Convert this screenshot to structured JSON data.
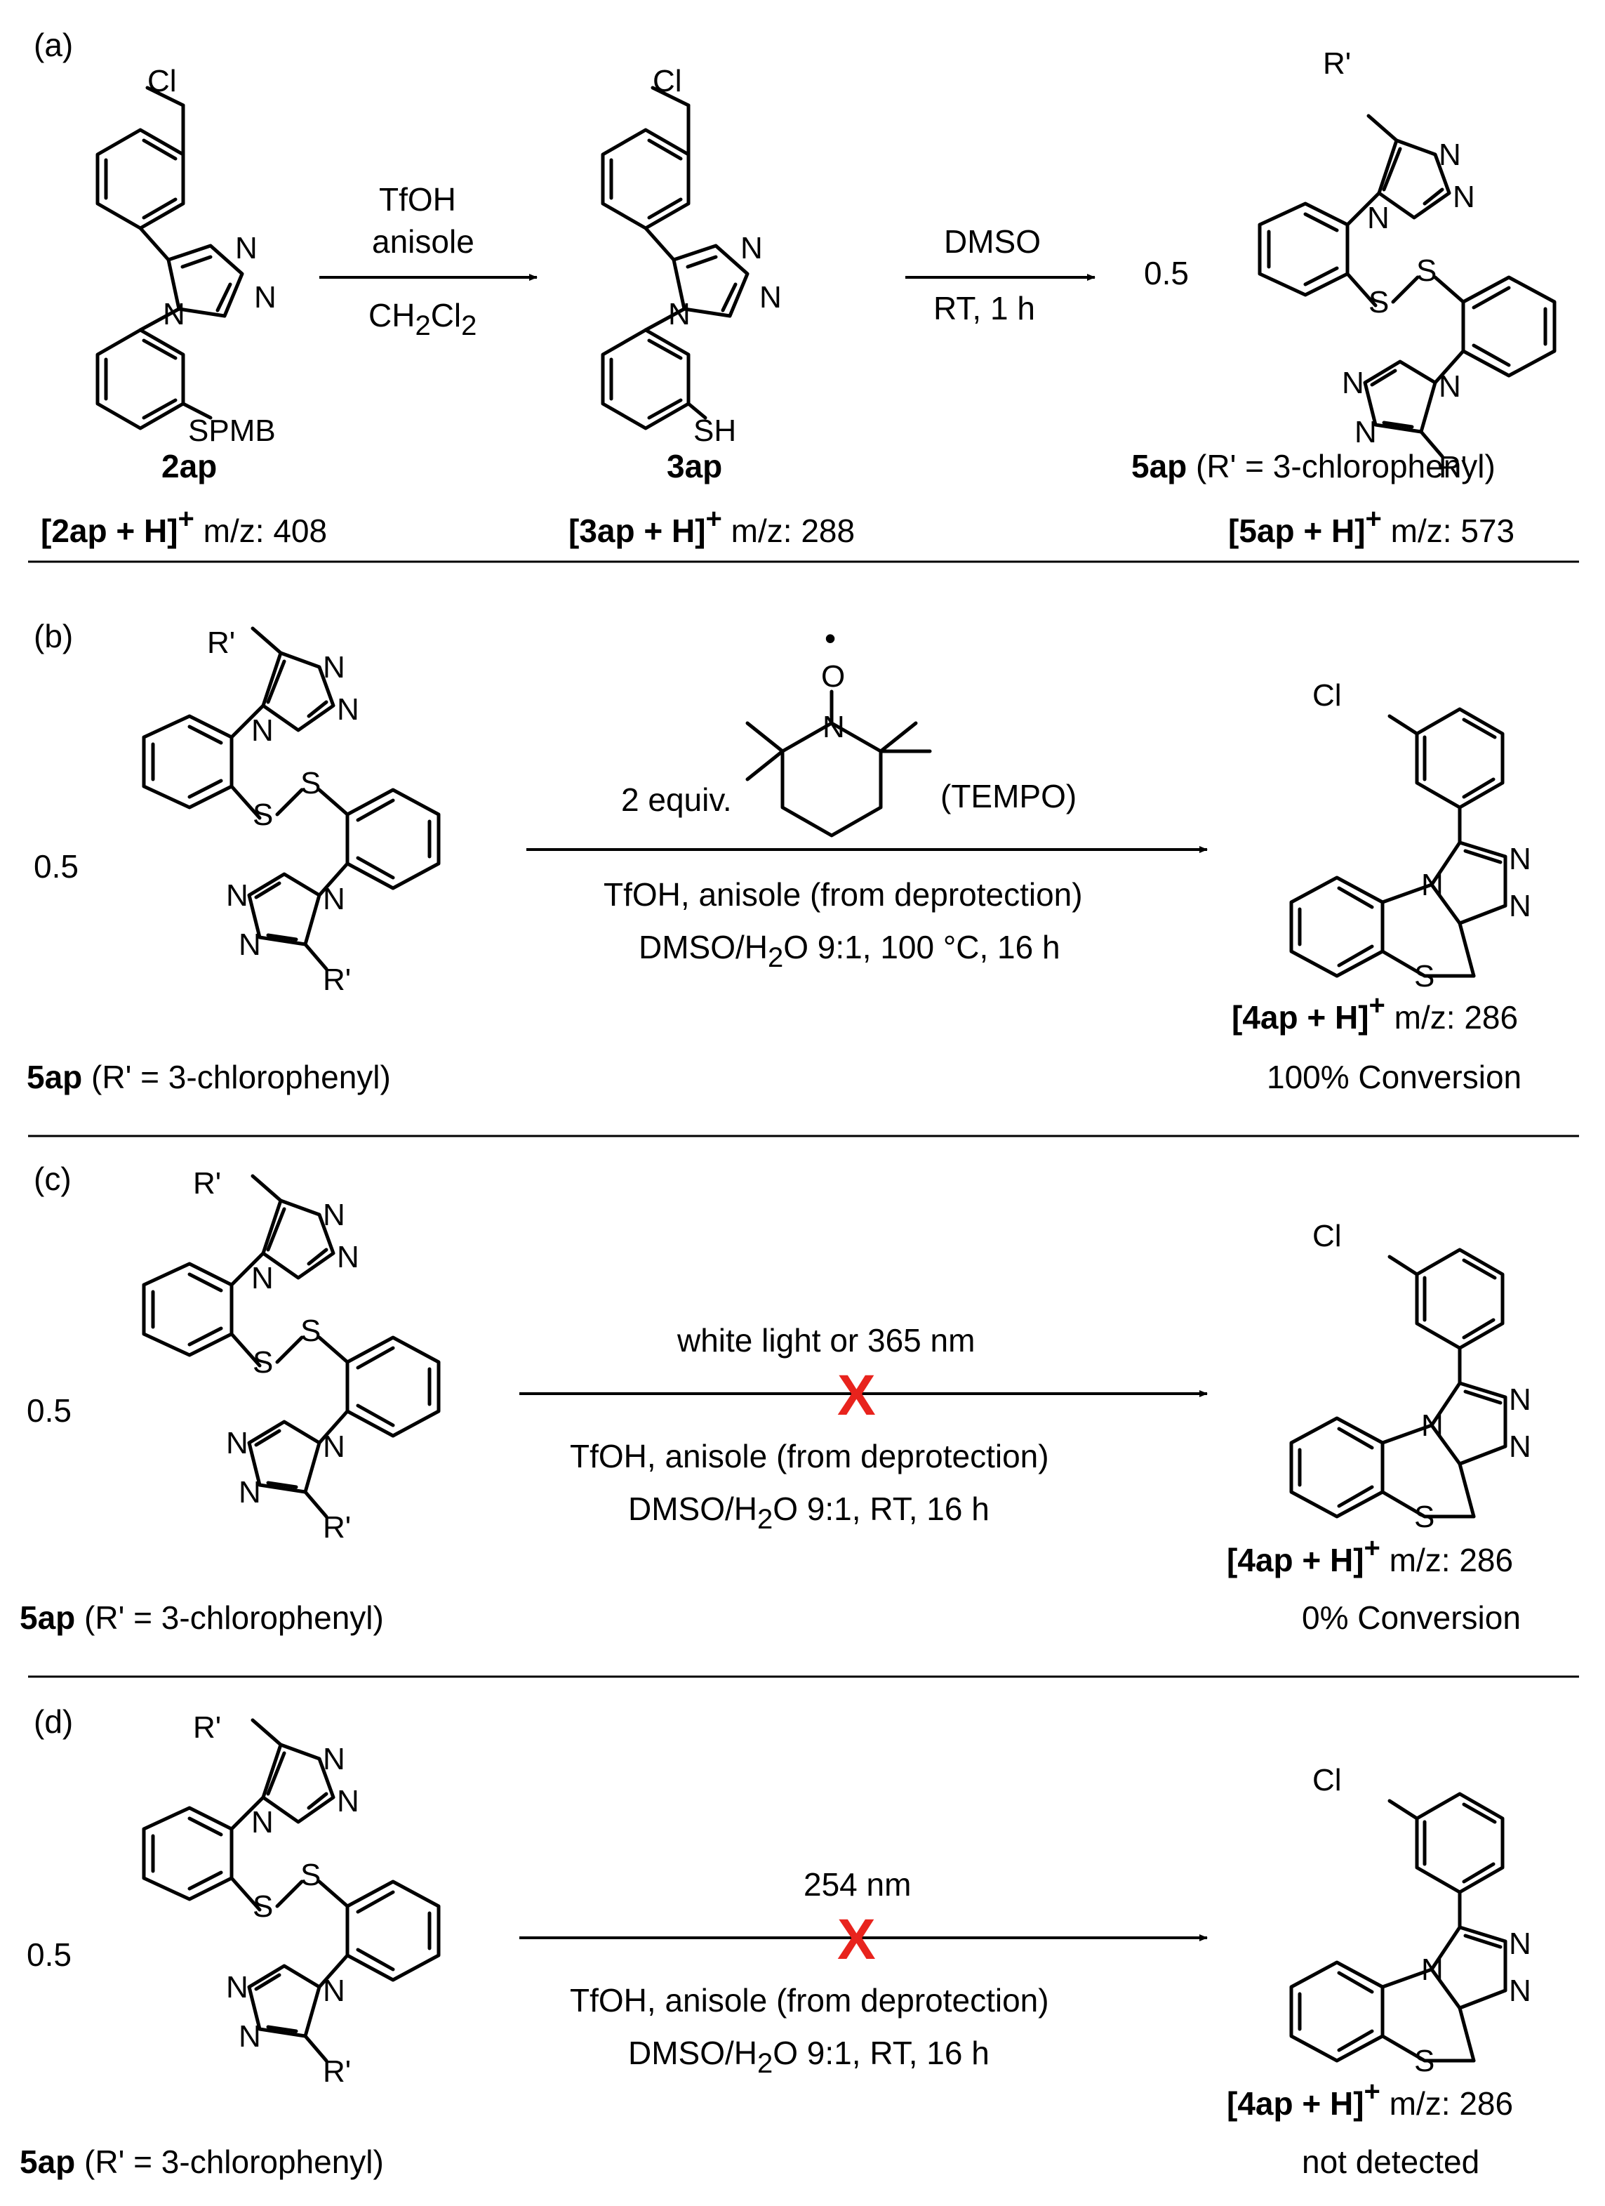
{
  "panels": {
    "a": {
      "tag": "(a)",
      "step1": {
        "line1": "TfOH",
        "line2": "anisole",
        "line3_main": "CH",
        "line3_sub1": "2",
        "line3_mid": "Cl",
        "line3_sub2": "2"
      },
      "step2": {
        "line1": "DMSO",
        "line2": "RT,  1 h"
      },
      "coef": "0.5",
      "c1": {
        "name": "2ap",
        "sub_label": "SPMB",
        "ms_bold": "[2ap + H]",
        "ms_sup": "+",
        "ms_rest": " m/z: 408"
      },
      "c2": {
        "name": "3ap",
        "sub_label": "SH",
        "ms_bold": "[3ap + H]",
        "ms_sup": "+",
        "ms_rest": " m/z: 288"
      },
      "c3": {
        "name": "5ap",
        "desc": " (R' = 3-chlorophenyl)",
        "ms_bold": "[5ap + H]",
        "ms_sup": "+",
        "ms_rest": " m/z: 573"
      }
    },
    "b": {
      "tag": "(b)",
      "coef": "0.5",
      "reactant": {
        "name": "5ap",
        "desc": " (R' = 3-chlorophenyl)"
      },
      "reagent": {
        "equiv": "2 equiv.",
        "name": "(TEMPO)"
      },
      "cond1": "TfOH, anisole (from deprotection)",
      "cond2_a": "DMSO/H",
      "cond2_sub": "2",
      "cond2_b": "O 9:1, 100 °C, 16 h",
      "product": {
        "ms_bold": "[4ap + H]",
        "ms_sup": "+",
        "ms_rest": " m/z: 286",
        "result": "100% Conversion"
      }
    },
    "c": {
      "tag": "(c)",
      "coef": "0.5",
      "reactant": {
        "name": "5ap",
        "desc": " (R' = 3-chlorophenyl)"
      },
      "light": "white light or 365 nm",
      "cond1": "TfOH, anisole (from deprotection)",
      "cond2_a": "DMSO/H",
      "cond2_sub": "2",
      "cond2_b": "O 9:1, RT,  16 h",
      "product": {
        "ms_bold": "[4ap + H]",
        "ms_sup": "+",
        "ms_rest": " m/z: 286",
        "result": "0% Conversion"
      }
    },
    "d": {
      "tag": "(d)",
      "coef": "0.5",
      "reactant": {
        "name": "5ap",
        "desc": " (R' = 3-chlorophenyl)"
      },
      "light": "254 nm",
      "cond1": "TfOH, anisole (from deprotection)",
      "cond2_a": "DMSO/H",
      "cond2_sub": "2",
      "cond2_b": "O 9:1, RT,  16 h",
      "product": {
        "ms_bold": "[4ap + H]",
        "ms_sup": "+",
        "ms_rest": " m/z: 286",
        "result": "not detected"
      }
    }
  },
  "atoms": {
    "Cl": "Cl",
    "N": "N",
    "S": "S",
    "O": "O",
    "R": "R'",
    "dot": "•",
    "cross": "X"
  },
  "colors": {
    "ink": "#000000",
    "cross": "#e8231d",
    "background": "#ffffff"
  }
}
